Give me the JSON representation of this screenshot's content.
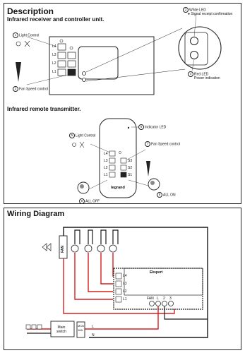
{
  "description": {
    "title": "Description",
    "receiver_title": "Infrared receiver and controller unit.",
    "transmitter_title": "Infrared remote transmitter."
  },
  "receiver": {
    "light_control": {
      "num": "1",
      "label": "Light Control"
    },
    "fan_speed": {
      "num": "2",
      "label": "Fan Speed control"
    },
    "white_led": {
      "num": "3",
      "label": "White LED",
      "bullet": "Signal receipt confirmation"
    },
    "red_led": {
      "num": "4",
      "label": "Red LED",
      "detail": "Power indication"
    },
    "buttons": [
      "L4",
      "L3",
      "L2",
      "L1"
    ]
  },
  "transmitter": {
    "indicator": {
      "num": "6",
      "label": "Indicator LED"
    },
    "light_control": {
      "num": "5",
      "label": "Light Control"
    },
    "fan_speed": {
      "num": "7",
      "label": "Fan Speed control"
    },
    "all_off": {
      "num": "8",
      "label": "ALL OFF"
    },
    "all_on": {
      "num": "9",
      "label": "ALL ON"
    },
    "brand": "legrand",
    "buttons": [
      "L4",
      "L3",
      "L2",
      "L1"
    ],
    "speed_buttons": [
      "S1",
      "S2",
      "S3"
    ]
  },
  "wiring": {
    "title": "Wiring Diagram",
    "fan_label": "FAN",
    "controller_label": "Ekspert",
    "outputs": [
      "L4",
      "L3",
      "L2",
      "L1"
    ],
    "terminals": [
      "FAN",
      "L",
      "2",
      "3"
    ],
    "main_switch": "Main\nswitch",
    "main_switch_lines": [
      "Main",
      "switch"
    ],
    "mcb_labels": [
      "MCB",
      "16A"
    ],
    "phase": "L",
    "neutral": "N"
  },
  "colors": {
    "wire_red": "#d42020",
    "wire_black": "#1a1a1a",
    "ink": "#111111"
  }
}
